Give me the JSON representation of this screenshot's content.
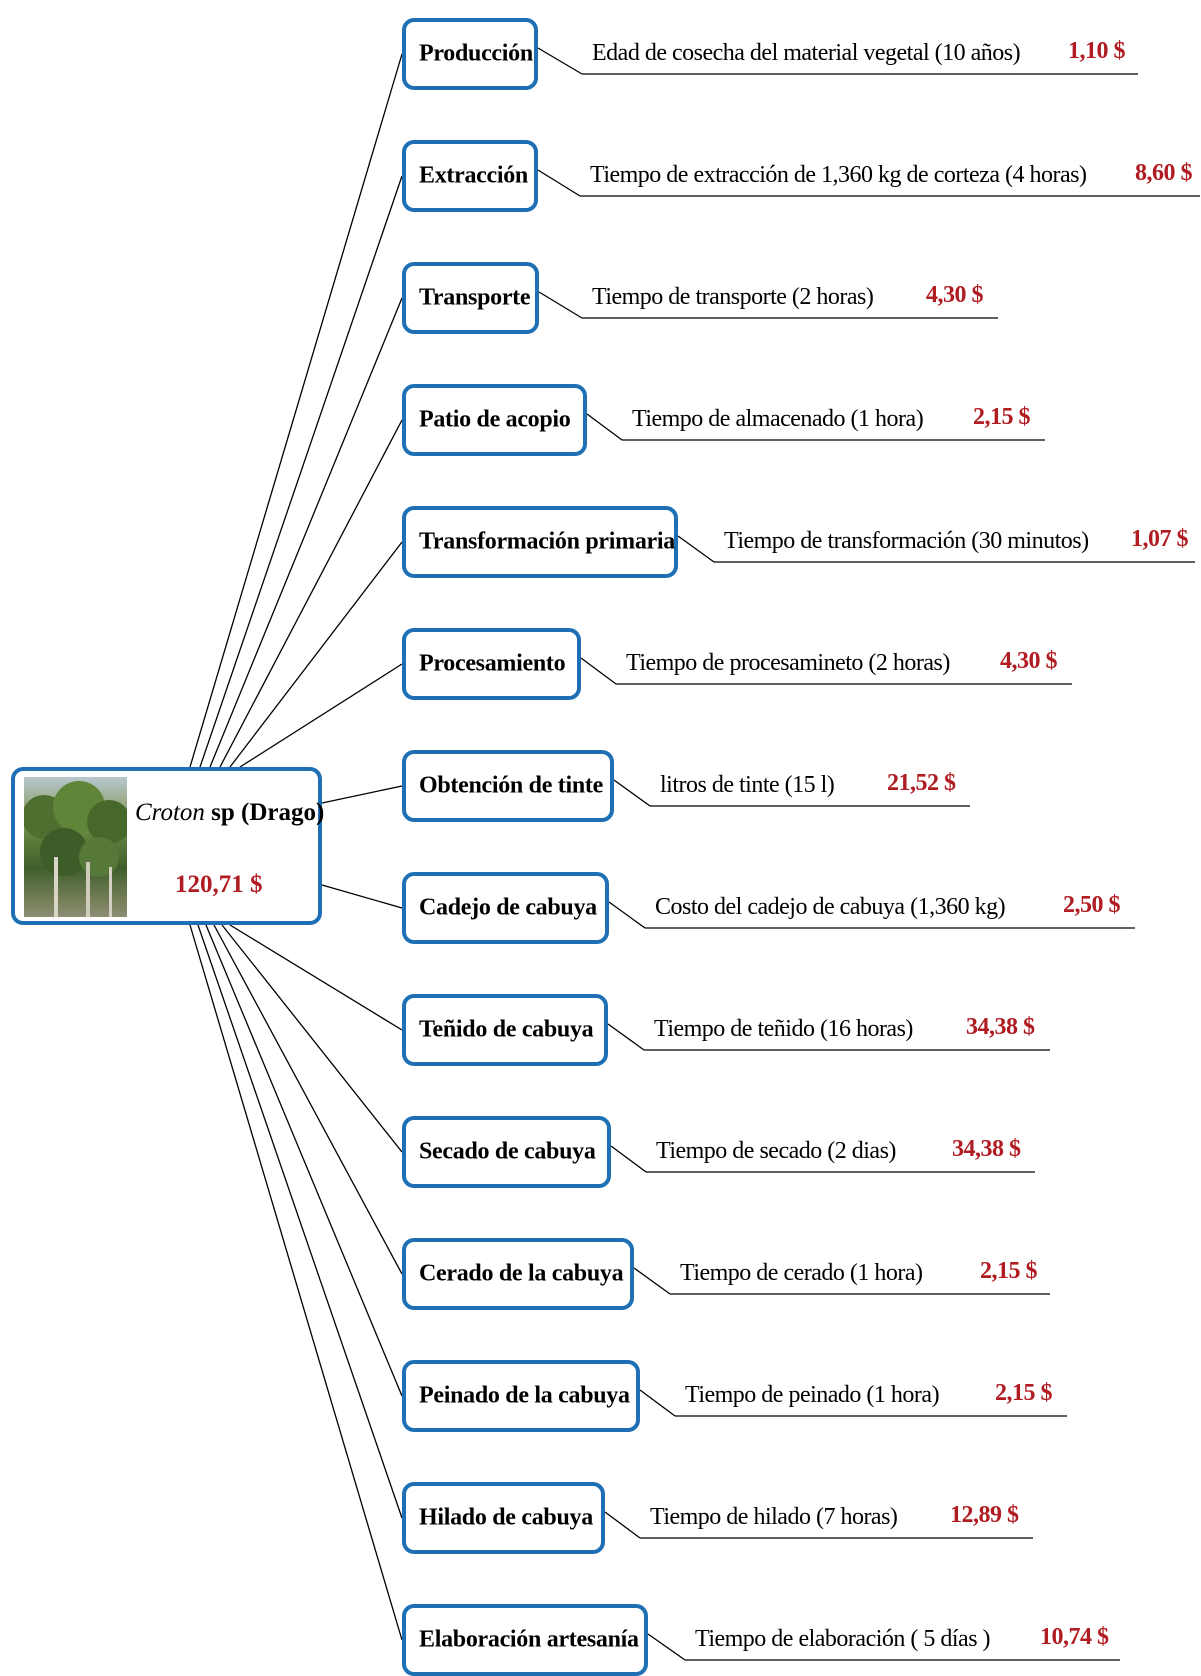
{
  "root": {
    "species_italic": "Croton",
    "species_rest": " sp (Drago)",
    "total_cost": "120,71 $",
    "photo_icon": "tree-photo"
  },
  "stages": [
    {
      "label": "Producción",
      "desc": "Edad de cosecha del material vegetal (10 años)",
      "cost": "1,10 $"
    },
    {
      "label": "Extracción",
      "desc": "Tiempo de extracción de 1,360 kg de corteza (4 horas)",
      "cost": "8,60 $"
    },
    {
      "label": "Transporte",
      "desc": "Tiempo de transporte (2 horas)",
      "cost": "4,30 $"
    },
    {
      "label": "Patio de acopio",
      "desc": "Tiempo de almacenado (1 hora)",
      "cost": "2,15 $"
    },
    {
      "label": "Transformación primaria",
      "desc": "Tiempo de transformación (30 minutos)",
      "cost": "1,07 $"
    },
    {
      "label": "Procesamiento",
      "desc": "Tiempo de procesamineto (2 horas)",
      "cost": "4,30 $"
    },
    {
      "label": "Obtención de tinte",
      "desc": "litros de tinte (15 l)",
      "cost": "21,52 $"
    },
    {
      "label": "Cadejo de cabuya",
      "desc": "Costo del cadejo de cabuya (1,360 kg)",
      "cost": "2,50 $"
    },
    {
      "label": "Teñido de cabuya",
      "desc": "Tiempo de teñido (16 horas)",
      "cost": "34,38 $"
    },
    {
      "label": "Secado de cabuya",
      "desc": "Tiempo de secado (2 dias)",
      "cost": "34,38 $"
    },
    {
      "label": "Cerado de la cabuya",
      "desc": "Tiempo de cerado (1 hora)",
      "cost": "2,15 $"
    },
    {
      "label": "Peinado de la cabuya",
      "desc": "Tiempo de peinado (1 hora)",
      "cost": "2,15 $"
    },
    {
      "label": "Hilado de cabuya",
      "desc": "Tiempo de hilado (7 horas)",
      "cost": "12,89 $"
    },
    {
      "label": "Elaboración artesanía",
      "desc": "Tiempo de elaboración ( 5 días )",
      "cost": "10,74 $"
    }
  ],
  "colors": {
    "border": "#1f6fb5",
    "cost": "#b01c22",
    "line": "#000000"
  }
}
